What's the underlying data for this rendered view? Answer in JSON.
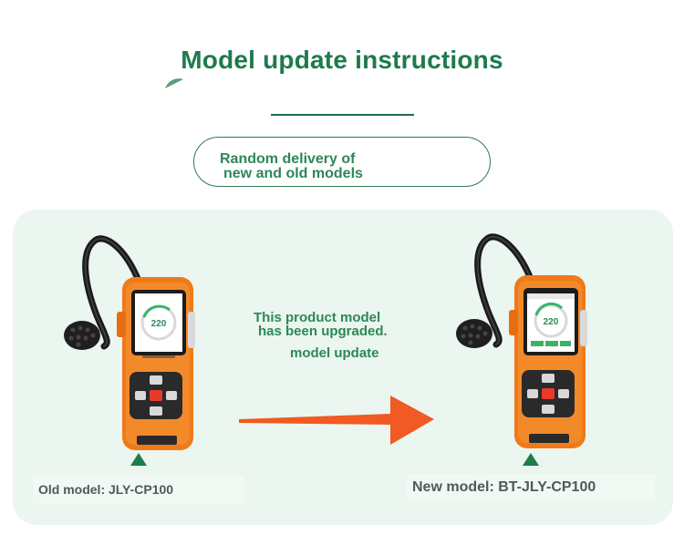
{
  "header": {
    "title": "Model update instructions",
    "subtitle_line1": "Random delivery of",
    "subtitle_line2": "new and old models"
  },
  "middle": {
    "line1": "This product model",
    "line2": "has been upgraded.",
    "line3": "model update"
  },
  "old_device": {
    "label": "Old model: JLY-CP100",
    "screen_value": "220"
  },
  "new_device": {
    "label": "New model: BT-JLY-CP100",
    "screen_value": "220"
  },
  "colors": {
    "accent_green": "#1e7a4c",
    "arrow_orange": "#f15a22",
    "device_orange": "#f07a1e",
    "panel_bg": "#eaf6ef"
  }
}
